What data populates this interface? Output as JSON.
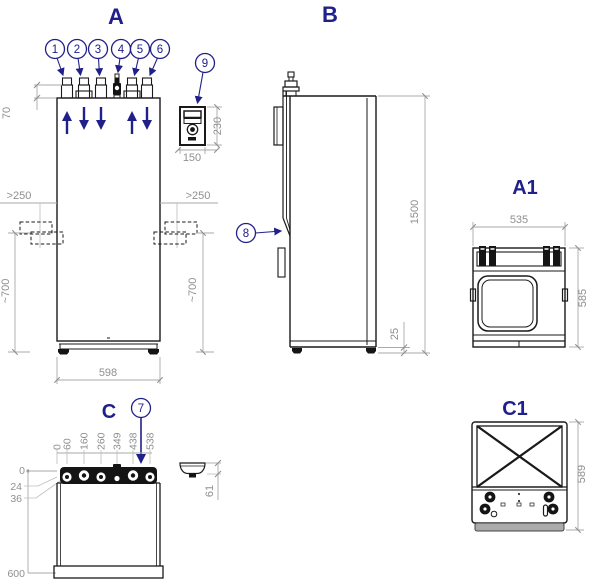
{
  "colors": {
    "accent_navy": "#20208a",
    "drawing_black": "#1a1a1a",
    "dim_text_gray": "#8f8f8f",
    "dim_line_gray": "#a9a9a9"
  },
  "view_a": {
    "title": "A",
    "callouts": [
      "1",
      "2",
      "3",
      "4",
      "5",
      "6"
    ],
    "dim_nozzle_height": "70",
    "dim_clearance_left": ">250",
    "dim_clearance_right": ">250",
    "dim_side_height_left": "~700",
    "dim_side_height_right": "~700",
    "dim_width": "598"
  },
  "control_panel": {
    "callout": "9",
    "dim_height": "230",
    "dim_width": "150"
  },
  "view_b": {
    "title": "B",
    "callout": "8",
    "dim_height": "1500",
    "dim_foot_height": "25"
  },
  "view_a1": {
    "title": "A1",
    "dim_width": "535",
    "dim_depth": "585"
  },
  "view_c": {
    "title": "C",
    "callout": "7",
    "x_ticks": [
      "0",
      "60",
      "160",
      "260",
      "349",
      "438",
      "538"
    ],
    "y_ticks": [
      "0",
      "24",
      "36"
    ],
    "dim_height": "600",
    "dim_foot": "61"
  },
  "view_c1": {
    "title": "C1",
    "dim_depth": "589"
  }
}
